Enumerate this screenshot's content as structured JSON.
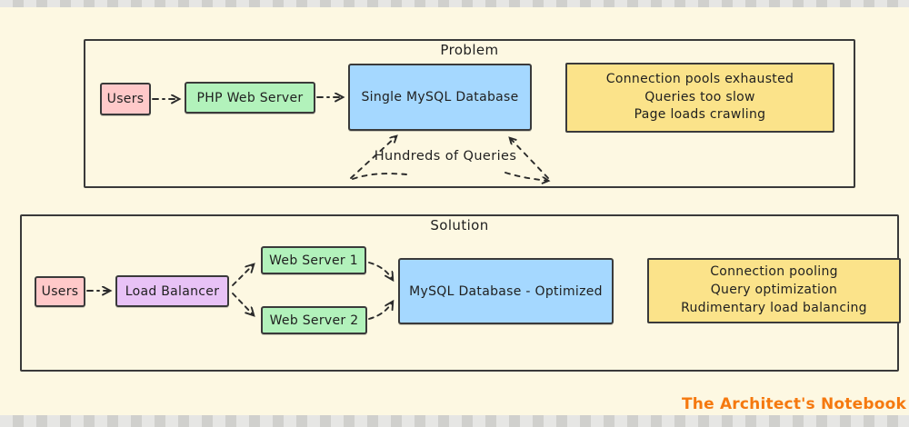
{
  "page": {
    "background": "#fdf8e2",
    "paper_strip_color": "#d9d9d5",
    "ink_color": "#1f1f1f"
  },
  "problem": {
    "title": "Problem",
    "users": {
      "label": "Users",
      "color": "#ffc9c9"
    },
    "php_server": {
      "label": "PHP Web Server",
      "color": "#b2f2bb"
    },
    "database": {
      "label": "Single MySQL Database",
      "color": "#a5d8ff"
    },
    "issues": {
      "color": "#fbe38a",
      "lines": [
        "Connection pools exhausted",
        "Queries too slow",
        "Page loads crawling"
      ]
    },
    "annotation": "Hundreds of Queries"
  },
  "solution": {
    "title": "Solution",
    "users": {
      "label": "Users",
      "color": "#ffc9c9"
    },
    "load_balancer": {
      "label": "Load Balancer",
      "color": "#e8c2f6"
    },
    "web_server_1": {
      "label": "Web Server 1",
      "color": "#b2f2bb"
    },
    "web_server_2": {
      "label": "Web Server 2",
      "color": "#b2f2bb"
    },
    "database": {
      "label": "MySQL Database - Optimized",
      "color": "#a5d8ff"
    },
    "benefits": {
      "color": "#fbe38a",
      "lines": [
        "Connection pooling",
        "Query optimization",
        "Rudimentary load balancing"
      ]
    }
  },
  "footer": {
    "brand": "The Architect's Notebook",
    "color": "#f5790f"
  }
}
